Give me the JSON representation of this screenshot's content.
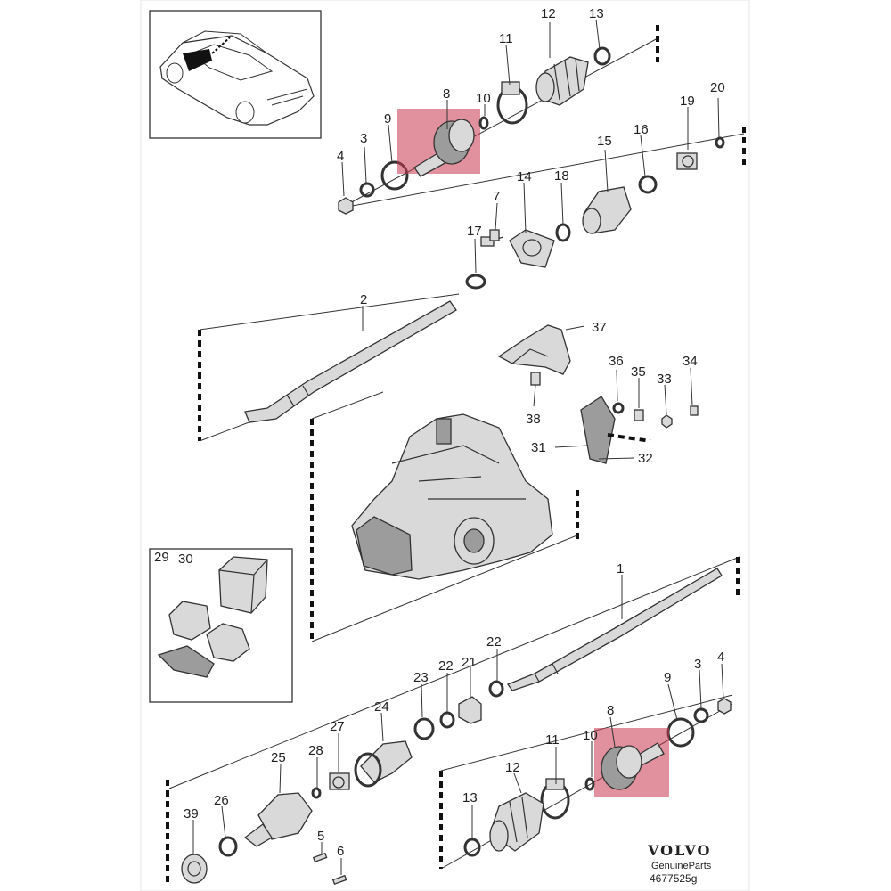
{
  "labels": {
    "p1": "1",
    "p2": "2",
    "p3": "3",
    "p3b": "3",
    "p4": "4",
    "p4b": "4",
    "p5": "5",
    "p6": "6",
    "p7": "7",
    "p8": "8",
    "p8b": "8",
    "p9": "9",
    "p9b": "9",
    "p10": "10",
    "p10b": "10",
    "p11": "11",
    "p11b": "11",
    "p12": "12",
    "p12b": "12",
    "p13": "13",
    "p13b": "13",
    "p14": "14",
    "p15": "15",
    "p16": "16",
    "p17": "17",
    "p18": "18",
    "p19": "19",
    "p20": "20",
    "p21": "21",
    "p22": "22",
    "p22b": "22",
    "p23": "23",
    "p24": "24",
    "p25": "25",
    "p26": "26",
    "p27": "27",
    "p28": "28",
    "p29": "29",
    "p30": "30",
    "p31": "31",
    "p32": "32",
    "p33": "33",
    "p34": "34",
    "p35": "35",
    "p36": "36",
    "p37": "37",
    "p38": "38",
    "p39": "39"
  },
  "brand": {
    "name": "VOLVO",
    "tagline": "GenuineParts",
    "code": "4677525g"
  },
  "highlighted_parts": [
    "8"
  ]
}
